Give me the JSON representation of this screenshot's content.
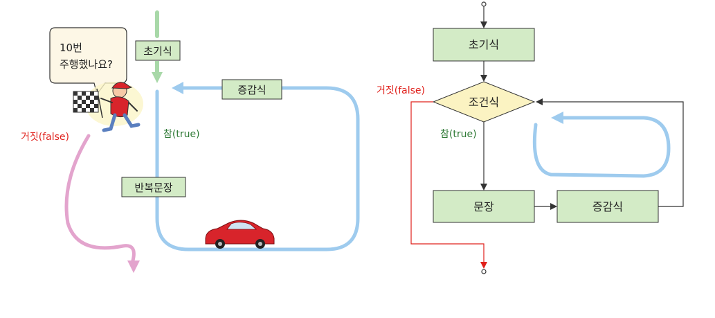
{
  "colors": {
    "box_fill": "#d3ebc6",
    "box_stroke": "#333333",
    "diamond_fill": "#fbf3c2",
    "loop_blue": "#9ecbee",
    "start_green": "#a8d8a8",
    "false_red": "#e0201b",
    "true_green": "#2f7a36",
    "exit_pink": "#e3a4cd",
    "car_red": "#d8242b"
  },
  "left_scene": {
    "speech_bubble": {
      "line1": "10번",
      "line2": "주행했나요?"
    },
    "init_label": "초기식",
    "increment_label": "증감식",
    "true_label": "참(true)",
    "false_label": "거짓(false)",
    "body_label": "반복문장"
  },
  "flowchart": {
    "init_label": "초기식",
    "condition_label": "조건식",
    "false_label": "거짓(false)",
    "true_label": "참(true)",
    "statement_label": "문장",
    "increment_label": "증감식"
  }
}
